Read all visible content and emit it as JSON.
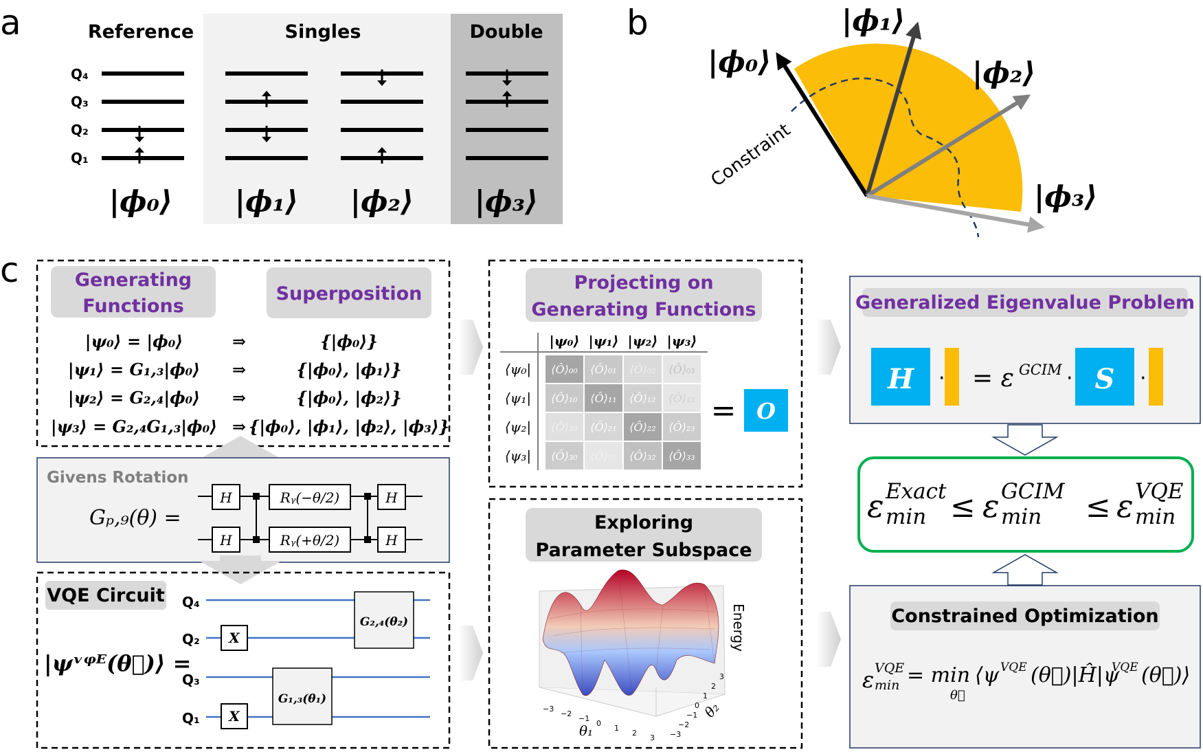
{
  "panel_a": {
    "letter": "a",
    "headers": {
      "reference": "Reference",
      "singles": "Singles",
      "double": "Double"
    },
    "qubits": [
      "Q₄",
      "Q₃",
      "Q₂",
      "Q₁"
    ],
    "kets": [
      "|ϕ₀⟩",
      "|ϕ₁⟩",
      "|ϕ₂⟩",
      "|ϕ₃⟩"
    ]
  },
  "panel_b": {
    "letter": "b",
    "vectors": [
      "|ϕ₀⟩",
      "|ϕ₁⟩",
      "|ϕ₂⟩",
      "|ϕ₃⟩"
    ],
    "constraint_label": "Constraint",
    "colors": {
      "sector": "#fbbd08",
      "phi0": "#000000",
      "phi1": "#404040",
      "phi2": "#808080",
      "phi3": "#a6a6a6"
    }
  },
  "panel_c": {
    "letter": "c",
    "generating": {
      "title_line1": "Generating",
      "title_line2": "Functions",
      "superposition": "Superposition",
      "rows": [
        {
          "lhs": "|ψ₀⟩ = |ϕ₀⟩",
          "arrow": "⇒",
          "rhs": "{|ϕ₀⟩}"
        },
        {
          "lhs": "|ψ₁⟩ = G₁,₃|ϕ₀⟩",
          "arrow": "⇒",
          "rhs": "{|ϕ₀⟩, |ϕ₁⟩}"
        },
        {
          "lhs": "|ψ₂⟩ = G₂,₄|ϕ₀⟩",
          "arrow": "⇒",
          "rhs": "{|ϕ₀⟩, |ϕ₂⟩}"
        },
        {
          "lhs": "|ψ₃⟩ = G₂,₄G₁,₃|ϕ₀⟩",
          "arrow": "⇒",
          "rhs": "{|ϕ₀⟩, |ϕ₁⟩, |ϕ₂⟩, |ϕ₃⟩}"
        }
      ]
    },
    "givens": {
      "title": "Givens Rotation",
      "lhs": "Gₚ,₉(θ) =",
      "h_gate": "H",
      "ry_minus": "Rᵧ(−θ/2)",
      "ry_plus": "Rᵧ(+θ/2)"
    },
    "vqe": {
      "title": "VQE Circuit",
      "lhs": "|ψᵛᵠᴱ(θ⃗)⟩ =",
      "qubits": [
        "Q₄",
        "Q₂",
        "Q₃",
        "Q₁"
      ],
      "x_gate": "X",
      "g24": "G₂,₄(θ₂)",
      "g13": "G₁,₃(θ₁)"
    },
    "projecting": {
      "title_line1": "Projecting on",
      "title_line2": "Generating Functions",
      "col_headers": [
        "|ψ₀⟩",
        "|ψ₁⟩",
        "|ψ₂⟩",
        "|ψ₃⟩"
      ],
      "row_headers": [
        "⟨ψ₀|",
        "⟨ψ₁|",
        "⟨ψ₂|",
        "⟨ψ₃|"
      ],
      "cells": [
        [
          "⟨Ô⟩₀₀",
          "⟨Ô⟩₀₁",
          "⟨Ô⟩₀₂",
          "⟨Ô⟩₀₃"
        ],
        [
          "⟨Ô⟩₁₀",
          "⟨Ô⟩₁₁",
          "⟨Ô⟩₁₂",
          "⟨Ô⟩₁₃"
        ],
        [
          "⟨Ô⟩₂₀",
          "⟨Ô⟩₂₁",
          "⟨Ô⟩₂₂",
          "⟨Ô⟩₂₃"
        ],
        [
          "⟨Ô⟩₃₀",
          "⟨Ô⟩₃₁",
          "⟨Ô⟩₃₂",
          "⟨Ô⟩₃₃"
        ]
      ],
      "equals": "=",
      "result": "O"
    },
    "exploring": {
      "title_line1": "Exploring",
      "title_line2": "Parameter Subspace",
      "zlabel": "Energy",
      "xlabel": "θ₁",
      "ylabel": "θ₂",
      "x_ticks": [
        "−3",
        "−2",
        "−1",
        "0",
        "1",
        "2",
        "3"
      ],
      "y_ticks": [
        "−3",
        "−2",
        "−1",
        "0",
        "1",
        "2",
        "3"
      ]
    },
    "gep": {
      "title": "Generalized Eigenvalue Problem",
      "h": "H",
      "dot": "·",
      "eq": "= ε",
      "gcim_sup": "GCIM",
      "s": "S"
    },
    "inequality": {
      "eps": "ε",
      "exact_sup": "Exact",
      "gcim_sup": "GCIM",
      "vqe_sup": "VQE",
      "sub": "min",
      "le": "≤"
    },
    "constrained": {
      "title": "Constrained Optimization",
      "formula": "εᵛᵠᴱmin = minθ⃗ ⟨ψᵛᵠᴱ(θ⃗)|Ĥ|ψᵛᵠᴱ(θ⃗)⟩",
      "lhs_eps": "ε",
      "lhs_sup": "VQE",
      "lhs_sub": "min",
      "eq_min": "= min",
      "min_sub": "θ⃗",
      "bra_ket": "⟨ψ",
      "mid": "(θ⃗)|Ĥ|ψ",
      "end": "(θ⃗)⟩"
    },
    "colors": {
      "purple": "#7030a0",
      "blue": "#00b0f0",
      "orange": "#fbbd08",
      "green": "#00b050",
      "wire": "#4472c4"
    }
  }
}
